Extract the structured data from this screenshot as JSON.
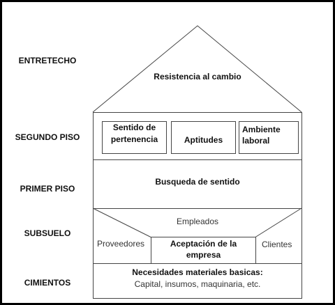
{
  "levels": {
    "entretecho": "ENTRETECHO",
    "segundo_piso": "SEGUNDO PISO",
    "primer_piso": "PRIMER PISO",
    "subsuelo": "SUBSUELO",
    "cimientos": "CIMIENTOS"
  },
  "roof": {
    "text": "Resistencia al cambio"
  },
  "second_floor": {
    "boxes": [
      {
        "line1": "Sentido de",
        "line2": "pertenencia"
      },
      {
        "line1": "Aptitudes"
      },
      {
        "line1": "Ambiente",
        "line2": "laboral"
      }
    ]
  },
  "first_floor": {
    "text": "Busqueda de sentido"
  },
  "basement": {
    "top": "Empleados",
    "left": "Proveedores",
    "right": "Clientes",
    "center_line1": "Aceptación de la",
    "center_line2": "empresa"
  },
  "foundation": {
    "title": "Necesidades materiales basicas:",
    "subtitle": "Capital, insumos, maquinaria, etc."
  }
}
